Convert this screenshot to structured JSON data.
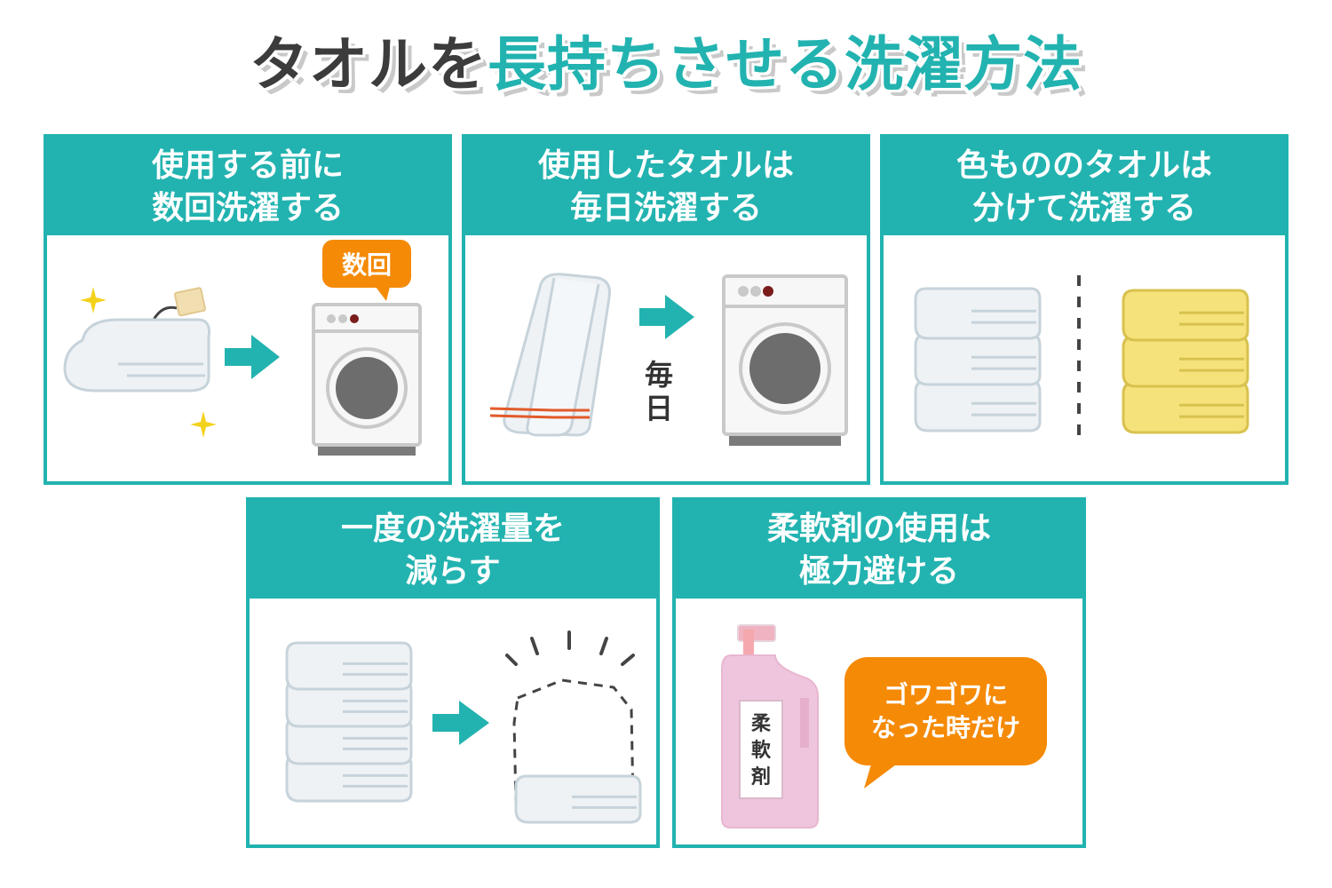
{
  "title": {
    "part1": "タオルを",
    "part2": "長持ちさせる洗濯方法"
  },
  "colors": {
    "teal": "#22b3b0",
    "orange": "#f58a07",
    "dark": "#3c3c3c",
    "yellow": "#f6e27a",
    "pink": "#efc5de"
  },
  "cards": [
    {
      "line1": "使用する前に",
      "line2": "数回洗濯する",
      "bubble": "数回"
    },
    {
      "line1": "使用したタオルは",
      "line2": "毎日洗濯する",
      "label_char1": "毎",
      "label_char2": "日"
    },
    {
      "line1": "色もののタオルは",
      "line2": "分けて洗濯する"
    },
    {
      "line1": "一度の洗濯量を",
      "line2": "減らす"
    },
    {
      "line1": "柔軟剤の使用は",
      "line2": "極力避ける",
      "bottle_label": [
        "柔",
        "軟",
        "剤"
      ],
      "bubble_line1": "ゴワゴワに",
      "bubble_line2": "なった時だけ"
    }
  ]
}
